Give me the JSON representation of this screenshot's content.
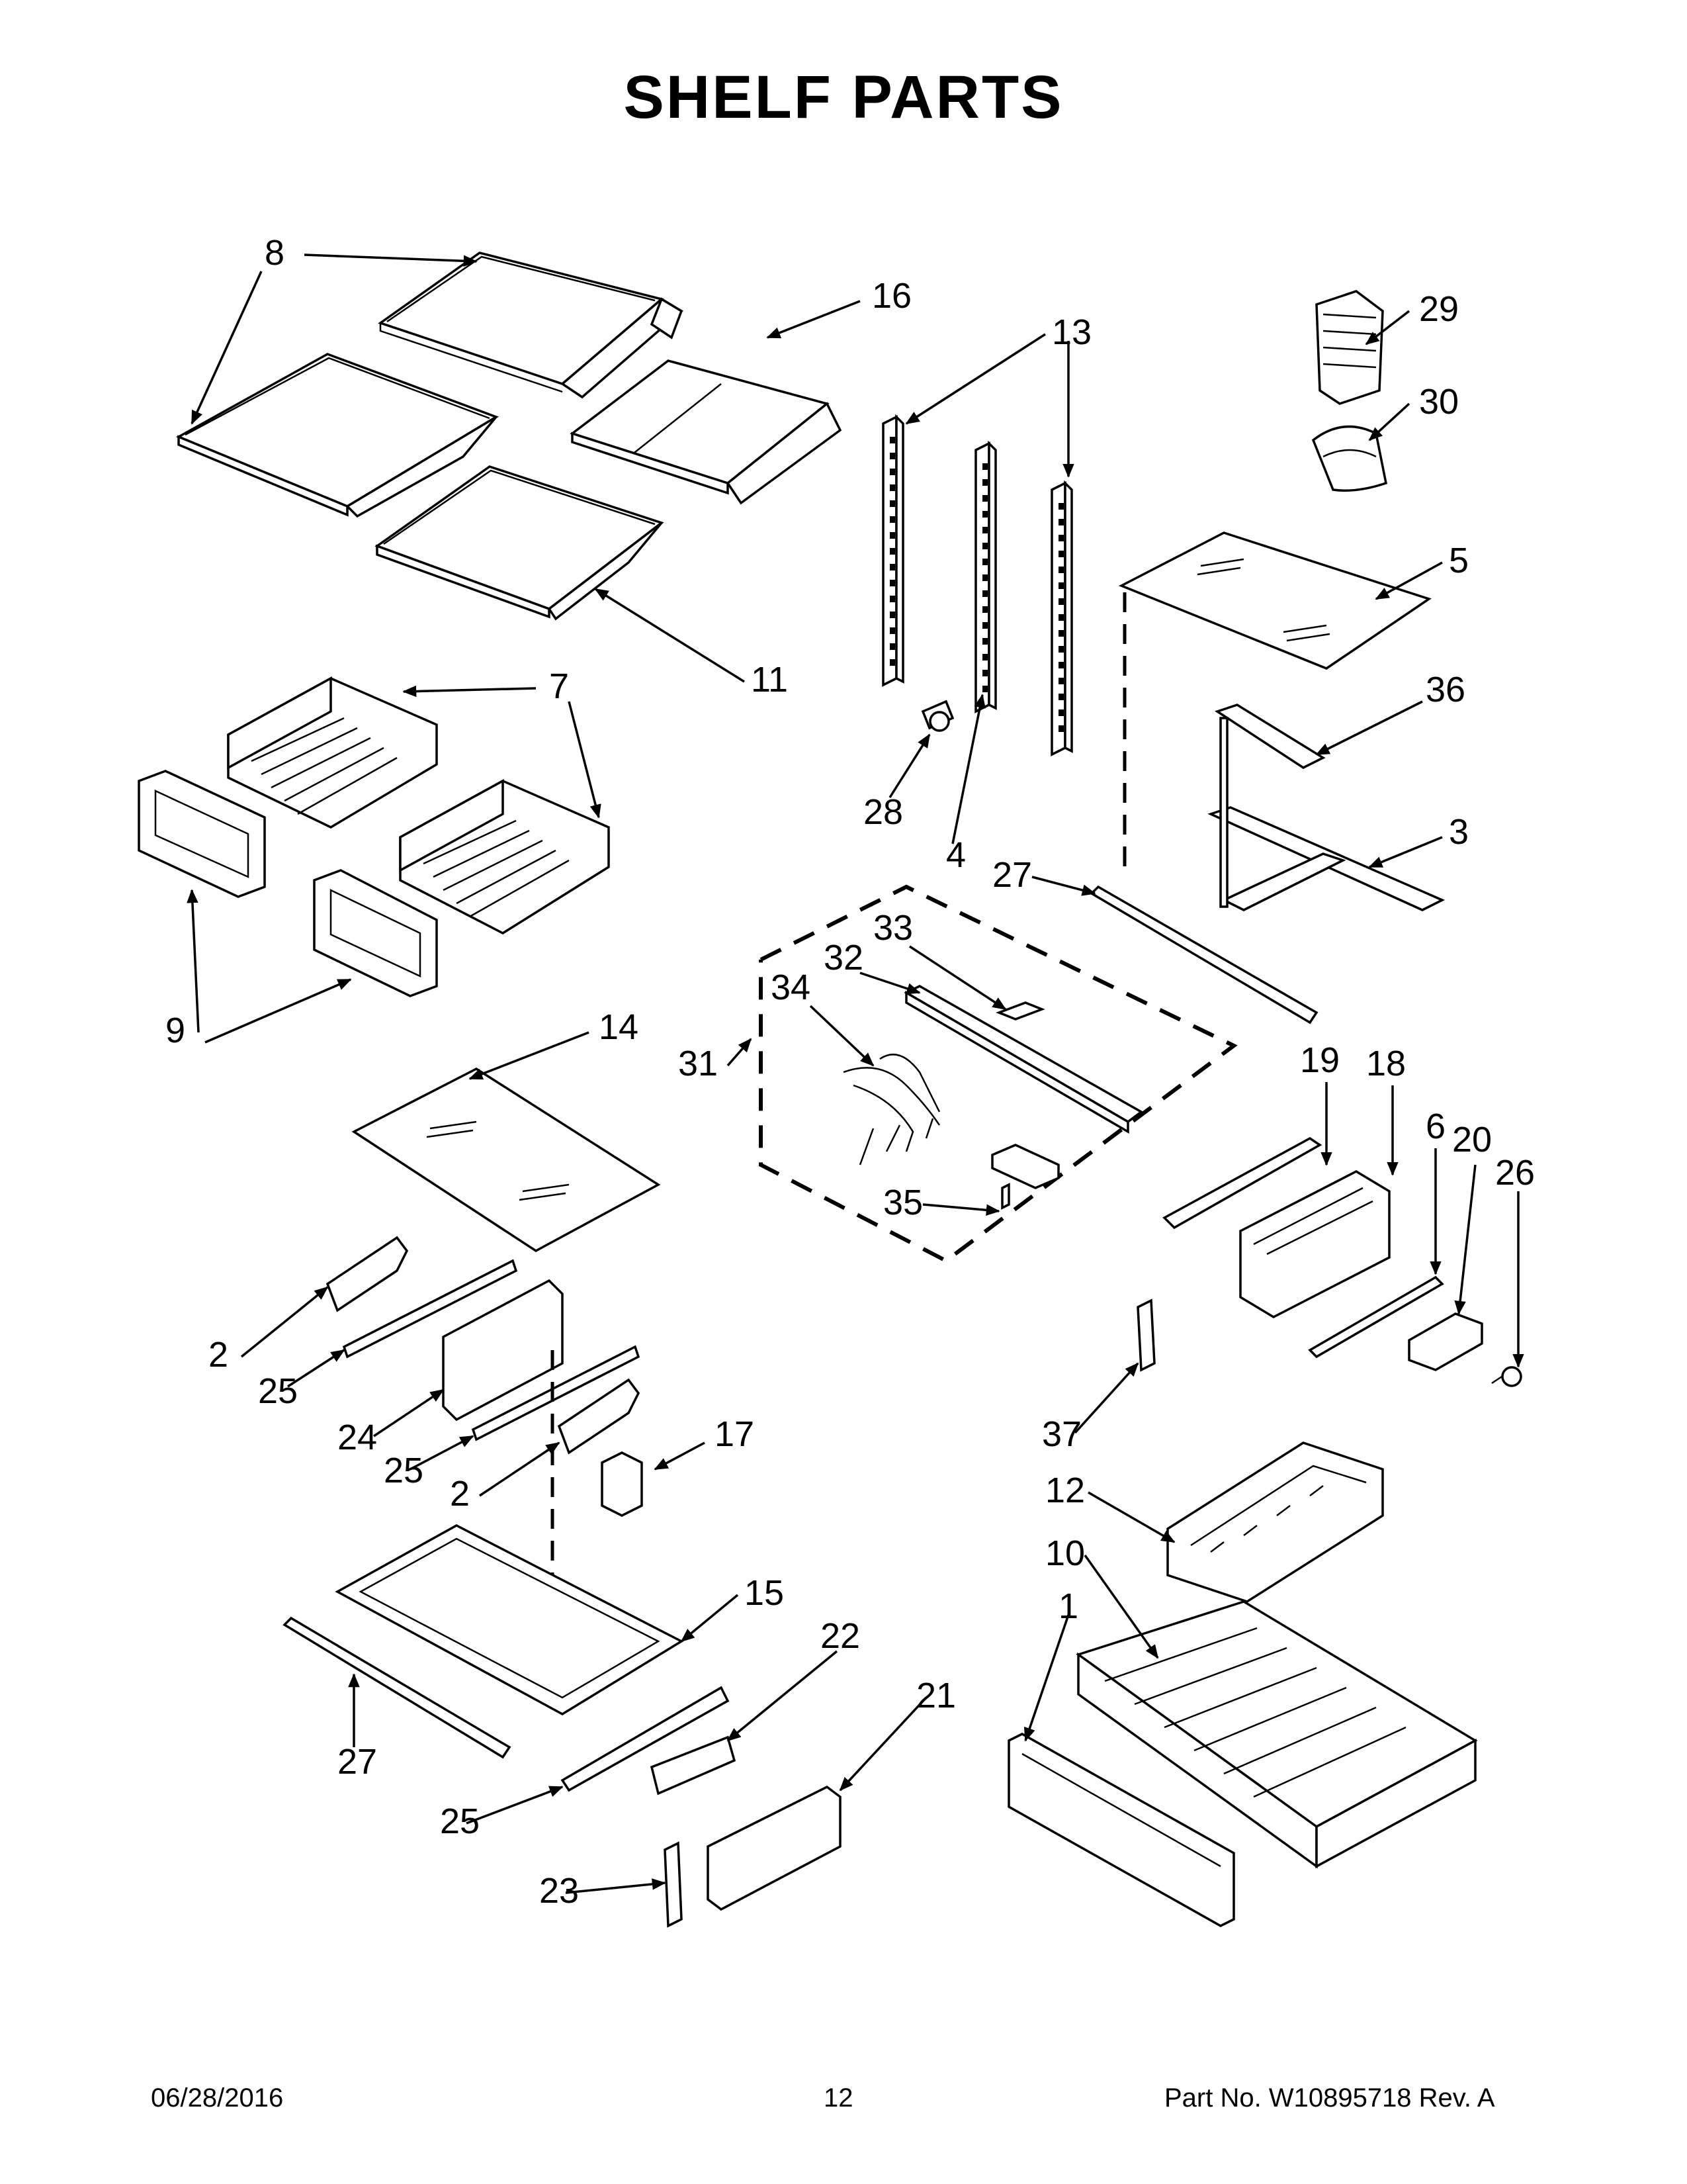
{
  "title": "SHELF PARTS",
  "footer": {
    "date": "06/28/2016",
    "page_number": "12",
    "part_number": "Part No.  W10895718  Rev.  A"
  },
  "callouts": {
    "c8": "8",
    "c16": "16",
    "c13a": "13",
    "c13b": "13",
    "c29": "29",
    "c30": "30",
    "c5": "5",
    "c11": "11",
    "c7": "7",
    "c36": "36",
    "c28": "28",
    "c4": "4",
    "c3": "3",
    "c27a": "27",
    "c33": "33",
    "c32": "32",
    "c34": "34",
    "c9": "9",
    "c14": "14",
    "c31": "31",
    "c19": "19",
    "c18": "18",
    "c6": "6",
    "c20": "20",
    "c26": "26",
    "c35": "35",
    "c2a": "2",
    "c25a": "25",
    "c24": "24",
    "c25b": "25",
    "c17": "17",
    "c2b": "2",
    "c37": "37",
    "c12": "12",
    "c10": "10",
    "c1": "1",
    "c15": "15",
    "c22": "22",
    "c21": "21",
    "c27b": "27",
    "c25c": "25",
    "c23": "23"
  }
}
